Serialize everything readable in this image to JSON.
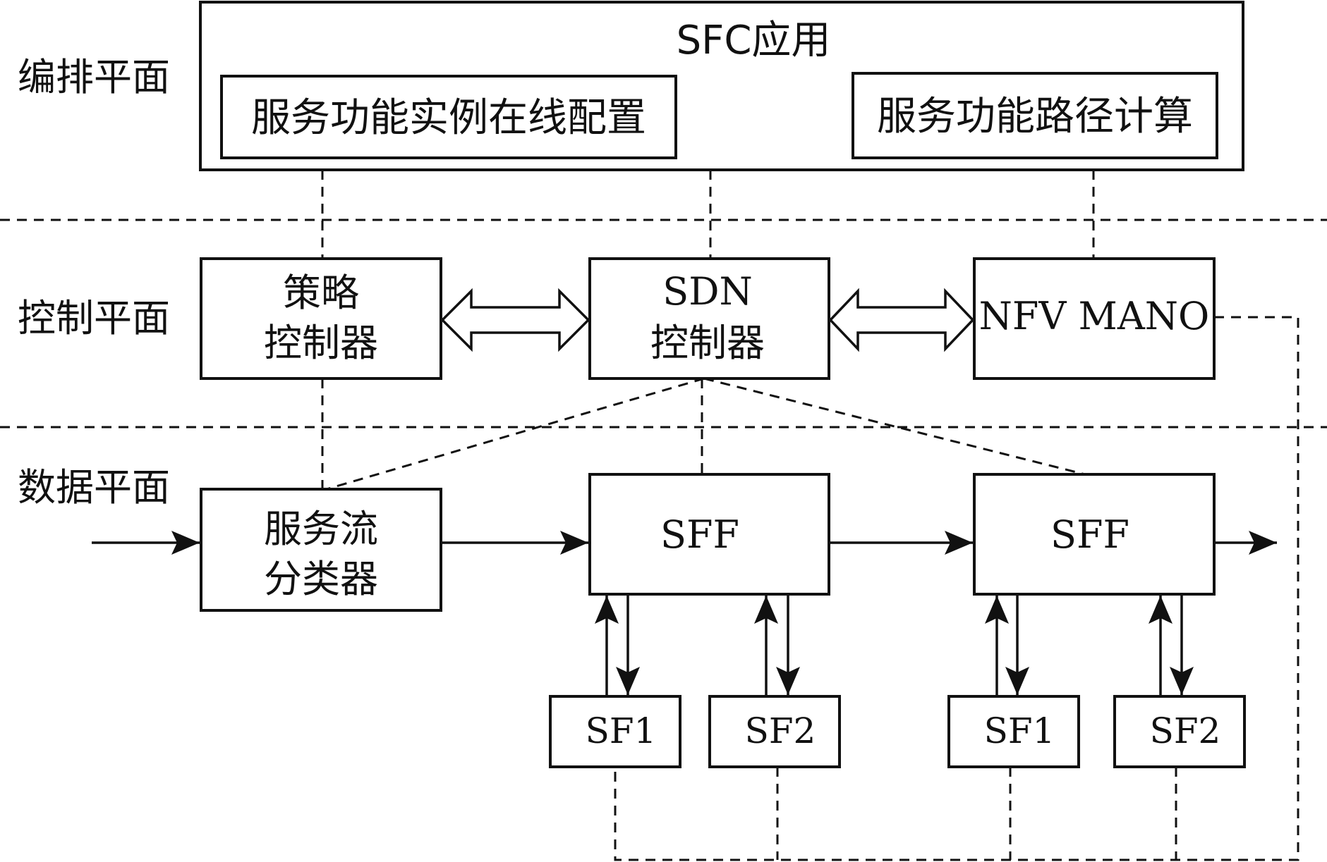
{
  "planes": {
    "orchestration": "编排平面",
    "control": "控制平面",
    "data": "数据平面"
  },
  "sfc_app": {
    "title": "SFC应用",
    "sub_left": "服务功能实例在线配置",
    "sub_right": "服务功能路径计算"
  },
  "control": {
    "policy_line1": "策略",
    "policy_line2": "控制器",
    "sdn_line1": "SDN",
    "sdn_line2": "控制器",
    "nfv": "NFV MANO"
  },
  "data_plane": {
    "classifier_line1": "服务流",
    "classifier_line2": "分类器",
    "sff1": "SFF",
    "sff2": "SFF",
    "sf1a": "SF1",
    "sf2a": "SF2",
    "sf1b": "SF1",
    "sf2b": "SF2"
  }
}
